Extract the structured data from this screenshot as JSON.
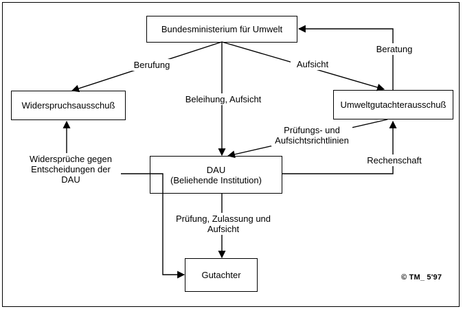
{
  "nodes": {
    "bundesministerium": {
      "label": "Bundesministerium für Umwelt"
    },
    "widerspruchsausschuss": {
      "label": "Widerspruchsausschuß"
    },
    "umweltgutachterausschuss": {
      "label": "Umweltgutachterausschuß"
    },
    "dau": {
      "line1": "DAU",
      "line2": "(Beliehende Institution)"
    },
    "gutachter": {
      "label": "Gutachter"
    }
  },
  "edge_labels": {
    "berufung": "Berufung",
    "aufsicht": "Aufsicht",
    "beratung": "Beratung",
    "beleihung_aufsicht": "Beleihung, Aufsicht",
    "pruefungsrichtlinien": {
      "line1": "Prüfungs- und",
      "line2": "Aufsichtsrichtlinien"
    },
    "rechenschaft": "Rechenschaft",
    "pruefung_zulassung": {
      "line1": "Prüfung, Zulassung und",
      "line2": "Aufsicht"
    },
    "widersprueche": {
      "line1": "Widersprüche gegen",
      "line2": "Entscheidungen der",
      "line3": "DAU"
    }
  },
  "footer": {
    "copyright": "© TM_ 5'97"
  },
  "colors": {
    "line": "#000000",
    "background": "#ffffff"
  }
}
